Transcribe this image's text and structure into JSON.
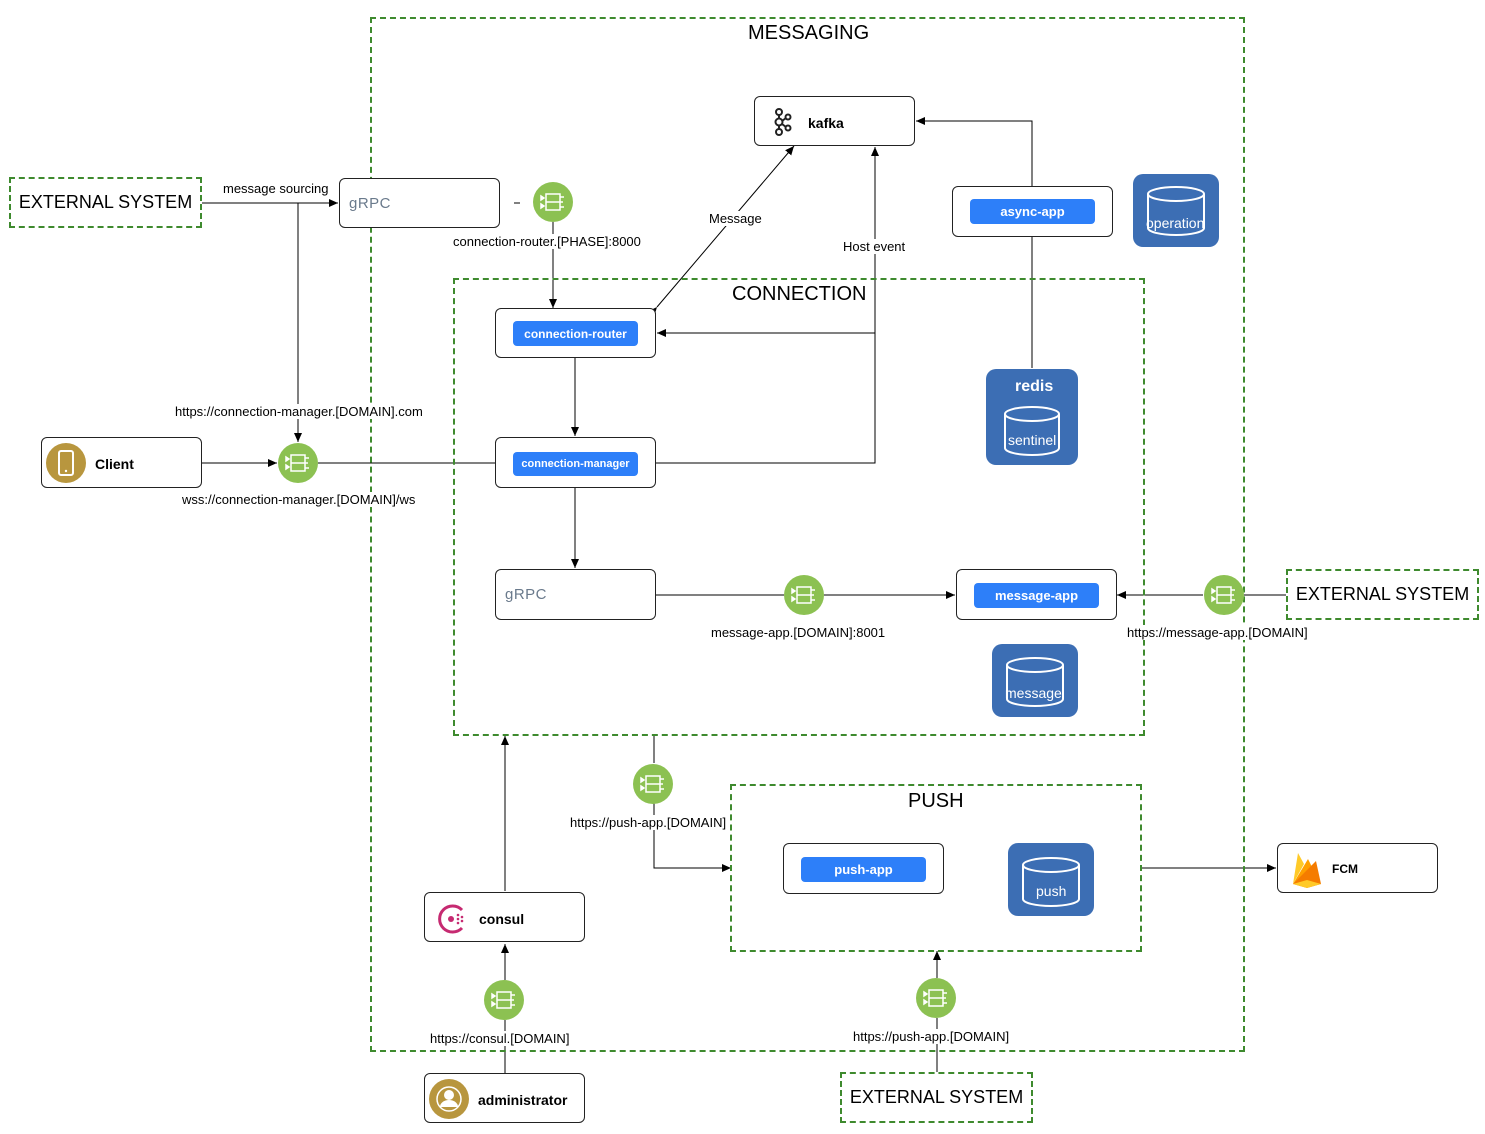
{
  "groups": {
    "messaging": "MESSAGING",
    "connection": "CONNECTION",
    "push": "PUSH"
  },
  "external": {
    "top_left": "EXTERNAL SYSTEM",
    "right": "EXTERNAL SYSTEM",
    "bottom": "EXTERNAL SYSTEM"
  },
  "nodes": {
    "kafka": "kafka",
    "async_app": "async-app",
    "grpc_top": "gRPC",
    "grpc_mid": "gRPC",
    "connection_router": "connection-router",
    "connection_manager": "connection-manager",
    "message_app": "message-app",
    "client": "Client",
    "consul": "consul",
    "push_app": "push-app",
    "fcm": "FCM",
    "administrator": "administrator"
  },
  "databases": {
    "operation": "operation",
    "redis_title": "redis",
    "redis_sentinel": "sentinel",
    "message": "message",
    "push": "push"
  },
  "edge_labels": {
    "message_sourcing": "message sourcing",
    "connection_router_addr": "connection-router.[PHASE]:8000",
    "message": "Message",
    "host_event": "Host event",
    "conn_mgr_https": "https://connection-manager.[DOMAIN].com",
    "conn_mgr_wss": "wss://connection-manager.[DOMAIN]/ws",
    "message_app_addr": "message-app.[DOMAIN]:8001",
    "message_app_https": "https://message-app.[DOMAIN]",
    "push_app_https_top": "https://push-app.[DOMAIN]",
    "consul_https": "https://consul.[DOMAIN]",
    "push_app_https_bottom": "https://push-app.[DOMAIN]"
  },
  "colors": {
    "group_border": "#3e8a2e",
    "chip": "#2d7ff9",
    "database": "#3c6eb4",
    "load_balancer": "#8cc152",
    "avatar": "#b8963e"
  }
}
